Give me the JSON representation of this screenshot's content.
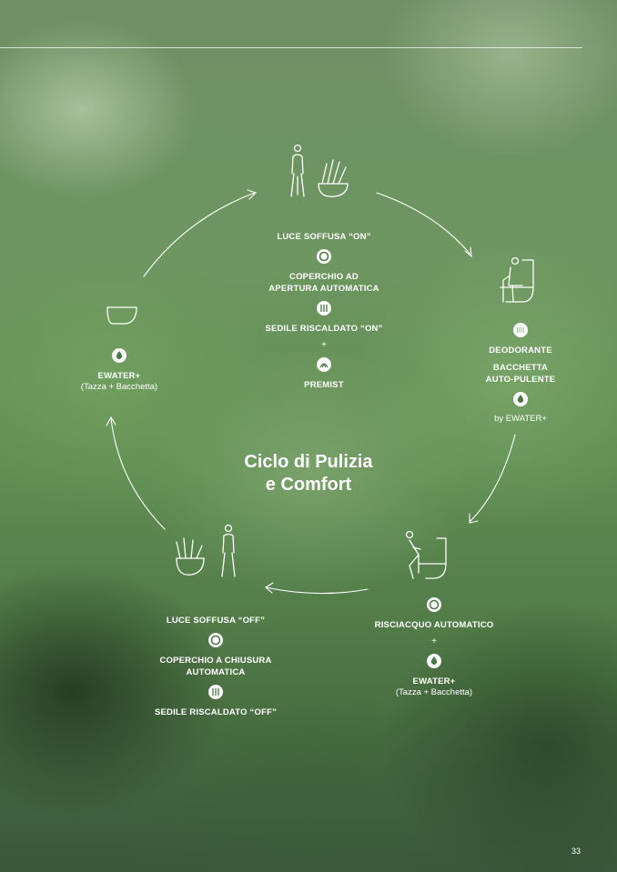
{
  "title": {
    "line1": "Ciclo di Pulizia",
    "line2": "e Comfort"
  },
  "page_number": "33",
  "top": {
    "l1": "LUCE SOFFUSA “ON”",
    "l2": "COPERCHIO AD",
    "l3": "APERTURA AUTOMATICA",
    "l4": "SEDILE RISCALDATO “ON”",
    "plus": "+",
    "l5": "PREMIST"
  },
  "right": {
    "l1": "DEODORANTE",
    "l2": "BACCHETTA",
    "l3": "AUTO-PULENTE",
    "sub": "by EWATER+"
  },
  "bottom_right": {
    "l1": "RISCIACQUO AUTOMATICO",
    "plus": "+",
    "l2": "EWATER+",
    "sub": "(Tazza + Bacchetta)"
  },
  "bottom_left": {
    "l1": "LUCE SOFFUSA “OFF”",
    "l2": "COPERCHIO A CHIUSURA",
    "l3": "AUTOMATICA",
    "l4": "SEDILE RISCALDATO “OFF”"
  },
  "left": {
    "l1": "EWATER+",
    "sub": "(Tazza + Bacchetta)"
  }
}
